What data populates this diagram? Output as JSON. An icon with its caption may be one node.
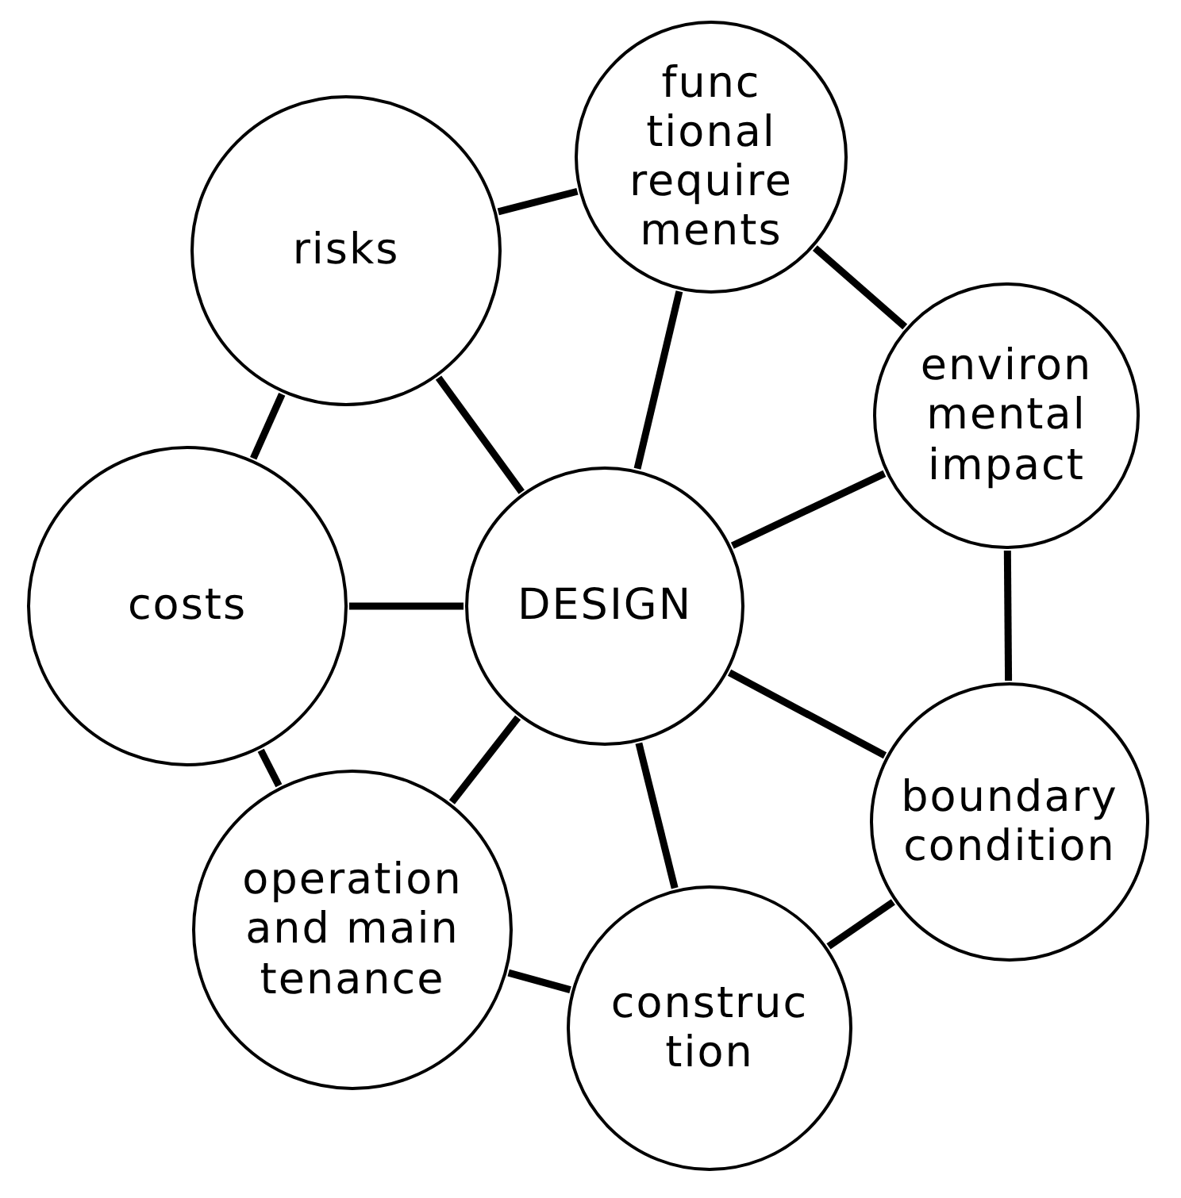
{
  "diagram": {
    "nodes": [
      {
        "text": [
          "func tional require ments"
        ]
      },
      {
        "text": [
          "risks"
        ]
      },
      {
        "text": [
          "environ mental impact"
        ]
      },
      {
        "text": [
          "costs"
        ]
      },
      {
        "text": [
          "DESIGN"
        ]
      },
      {
        "text": [
          "boundary condition"
        ]
      },
      {
        "text": [
          "operation and main tenance"
        ]
      },
      {
        "text": [
          "construc tion"
        ]
      }
    ],
    "edges": [
      {
        "from": 4,
        "to": 1,
        "arrow": "none"
      },
      {
        "from": 4,
        "to": 0,
        "arrow": "none"
      },
      {
        "from": 4,
        "to": 2,
        "arrow": "none"
      },
      {
        "from": 4,
        "to": 5,
        "arrow": "none"
      },
      {
        "from": 4,
        "to": 7,
        "arrow": "none"
      },
      {
        "from": 4,
        "to": 6,
        "arrow": "none"
      },
      {
        "from": 4,
        "to": 3,
        "arrow": "none"
      },
      {
        "from": 1,
        "to": 0,
        "arrow": "none"
      },
      {
        "from": 0,
        "to": 2,
        "arrow": "none"
      },
      {
        "from": 2,
        "to": 5,
        "arrow": "none"
      },
      {
        "from": 5,
        "to": 7,
        "arrow": "none"
      },
      {
        "from": 7,
        "to": 6,
        "arrow": "none"
      },
      {
        "from": 6,
        "to": 3,
        "arrow": "none"
      },
      {
        "from": 3,
        "to": 1,
        "arrow": "none"
      }
    ]
  }
}
